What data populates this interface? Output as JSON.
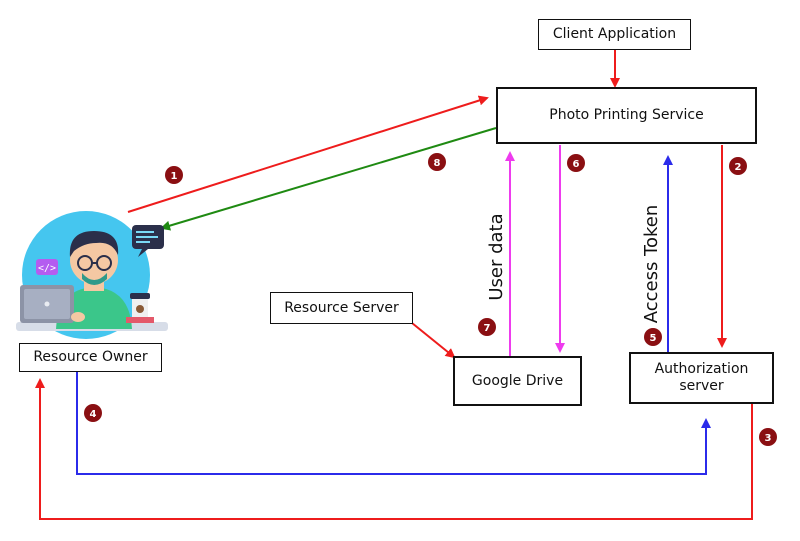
{
  "nodes": {
    "client_app": "Client Application",
    "photo_service": "Photo Printing Service",
    "resource_owner": "Resource Owner",
    "resource_server": "Resource Server",
    "google_drive": "Google Drive",
    "auth_server_line1": "Authorization",
    "auth_server_line2": "server"
  },
  "edge_labels": {
    "user_data": "User data",
    "access_token": "Access Token"
  },
  "steps": [
    "1",
    "2",
    "3",
    "4",
    "5",
    "6",
    "7",
    "8"
  ],
  "colors": {
    "red": "#ee1c1c",
    "green": "#1f8a12",
    "blue": "#2b2bea",
    "magenta": "#ee3bee",
    "badge": "#8a0f12"
  }
}
